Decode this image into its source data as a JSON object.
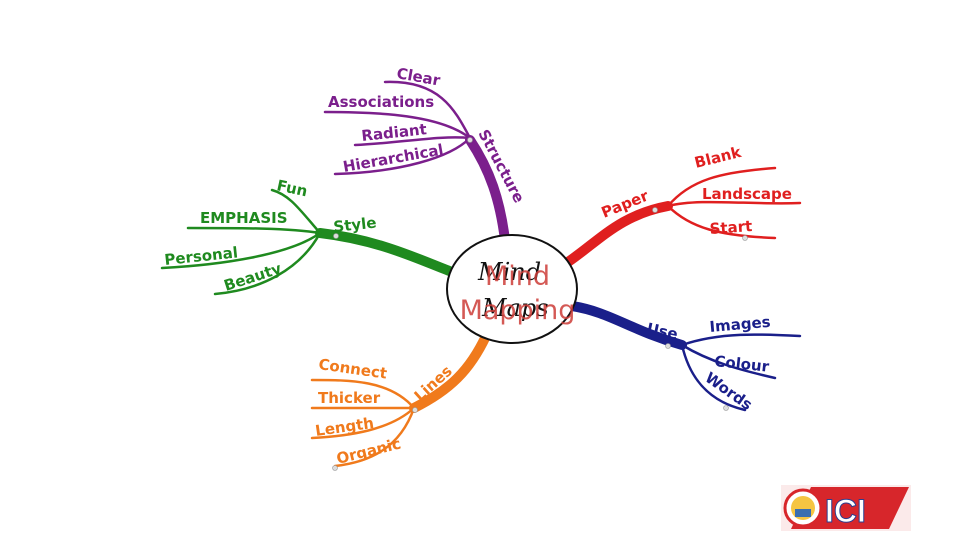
{
  "slide": {
    "title_line1": "Mind",
    "title_line2": "Mapping"
  },
  "mindmap": {
    "center": {
      "line1": "Mind",
      "line2": "Maps"
    },
    "colors": {
      "structure": "#7b1f8c",
      "paper": "#e01f1f",
      "use": "#1a1f8a",
      "lines": "#f07a1c",
      "style": "#1f8a1f"
    },
    "branches": {
      "structure": {
        "label": "Structure",
        "items": [
          "Clear",
          "Associations",
          "Radiant",
          "Hierarchical"
        ]
      },
      "paper": {
        "label": "Paper",
        "items": [
          "Blank",
          "Landscape",
          "Start"
        ]
      },
      "use": {
        "label": "Use",
        "items": [
          "Images",
          "Colour",
          "Words"
        ]
      },
      "lines": {
        "label": "Lines",
        "items": [
          "Connect",
          "Thicker",
          "Length",
          "Organic"
        ]
      },
      "style": {
        "label": "Style",
        "items": [
          "Fun",
          "EMPHASIS",
          "Personal",
          "Beauty"
        ]
      }
    }
  },
  "logo": {
    "text": "ICI",
    "icon": "ici-logo-icon"
  }
}
